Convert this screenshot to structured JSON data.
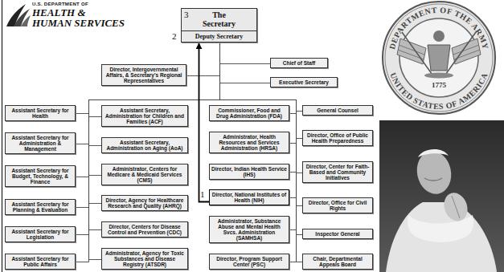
{
  "diagram": {
    "nodes": [
      {
        "text": [
          "The Secretary"
        ]
      },
      {
        "text": [
          "Deputy Secretary"
        ]
      },
      {
        "text": [
          "Director, Intergovernmental Affairs, & Secretary's Regional Representatives"
        ]
      },
      {
        "text": [
          "Chief of Staff"
        ]
      },
      {
        "text": [
          "Executive Secretary"
        ]
      },
      {
        "text": [
          "Assistant Secretary for Health"
        ]
      },
      {
        "text": [
          "Assistant Secretary for Administration & Management"
        ]
      },
      {
        "text": [
          "Assistant Secretary for Budget, Technology, & Finance"
        ]
      },
      {
        "text": [
          "Assistant Secretary for Planning & Evaluation"
        ]
      },
      {
        "text": [
          "Assistant Secretary for Legislation"
        ]
      },
      {
        "text": [
          "Assistant Secretary for Public Affairs"
        ]
      },
      {
        "text": [
          "Assistant Secretary, Administration for Children and Families (ACF)"
        ]
      },
      {
        "text": [
          "Assistant Secretary, Administration on Aging (AoA)"
        ]
      },
      {
        "text": [
          "Administrator, Centers for Medicare & Medicaid Services (CMS)"
        ]
      },
      {
        "text": [
          "Director, Agency for Healthcare Research and Quality (AHRQ)"
        ]
      },
      {
        "text": [
          "Director, Centers for Disease Control and Prevention (CDC)"
        ]
      },
      {
        "text": [
          "Administrator, Agency for Toxic Substances and Disease Registry (ATSDR)"
        ]
      },
      {
        "text": [
          "Commissioner, Food and Drug Administration (FDA)"
        ]
      },
      {
        "text": [
          "Administrator, Health Resources and Services Administration (HRSA)"
        ]
      },
      {
        "text": [
          "Director, Indian Health Service (IHS)"
        ]
      },
      {
        "text": [
          "Director, National Institutes of Health (NIH)"
        ]
      },
      {
        "text": [
          "Administrator, Substance Abuse and Mental Health Svcs. Administration (SAMHSA)"
        ]
      },
      {
        "text": [
          "Director, Program Support Center (PSC)"
        ]
      },
      {
        "text": [
          "General Counsel"
        ]
      },
      {
        "text": [
          "Director, Office of Public Health Preparedness"
        ]
      },
      {
        "text": [
          "Director, Center for Faith-Based and Community Initiatives"
        ]
      },
      {
        "text": [
          "Director, Office for Civil Rights"
        ]
      },
      {
        "text": [
          "Inspector General"
        ]
      },
      {
        "text": [
          "Chair, Departmental Appeals Board"
        ]
      }
    ],
    "edges": [
      {
        "from": 1,
        "to": 2,
        "arrow": "none"
      },
      {
        "from": 1,
        "to": 3,
        "arrow": "none"
      },
      {
        "from": 1,
        "to": 4,
        "arrow": "none"
      },
      {
        "from": 1,
        "to": 5,
        "arrow": "none"
      },
      {
        "from": 1,
        "to": 6,
        "arrow": "none"
      },
      {
        "from": 1,
        "to": 7,
        "arrow": "none"
      },
      {
        "from": 1,
        "to": 8,
        "arrow": "none"
      },
      {
        "from": 1,
        "to": 9,
        "arrow": "none"
      },
      {
        "from": 1,
        "to": 10,
        "arrow": "none"
      },
      {
        "from": 1,
        "to": 11,
        "arrow": "none"
      },
      {
        "from": 1,
        "to": 12,
        "arrow": "none"
      },
      {
        "from": 1,
        "to": 13,
        "arrow": "none"
      },
      {
        "from": 1,
        "to": 14,
        "arrow": "none"
      },
      {
        "from": 1,
        "to": 15,
        "arrow": "none"
      },
      {
        "from": 1,
        "to": 16,
        "arrow": "none"
      },
      {
        "from": 1,
        "to": 17,
        "arrow": "none"
      },
      {
        "from": 1,
        "to": 18,
        "arrow": "none"
      },
      {
        "from": 1,
        "to": 19,
        "arrow": "none"
      },
      {
        "from": 1,
        "to": 20,
        "arrow": "none"
      },
      {
        "from": 1,
        "to": 21,
        "arrow": "none"
      },
      {
        "from": 1,
        "to": 22,
        "arrow": "none"
      },
      {
        "from": 1,
        "to": 23,
        "arrow": "none"
      },
      {
        "from": 1,
        "to": 24,
        "arrow": "none"
      },
      {
        "from": 1,
        "to": 25,
        "arrow": "none"
      },
      {
        "from": 1,
        "to": 26,
        "arrow": "none"
      },
      {
        "from": 1,
        "to": 27,
        "arrow": "none"
      },
      {
        "from": 1,
        "to": 28,
        "arrow": "none"
      },
      {
        "from": 20,
        "to": 1,
        "arrow": "to"
      }
    ],
    "labels": [
      "U.S. DEPARTMENT OF",
      "HEALTH &",
      "HUMAN SERVICES",
      "3",
      "2",
      "1",
      "DEPARTMENT OF THE ARMY",
      "1775",
      "UNITED STATES OF AMERICA"
    ]
  }
}
